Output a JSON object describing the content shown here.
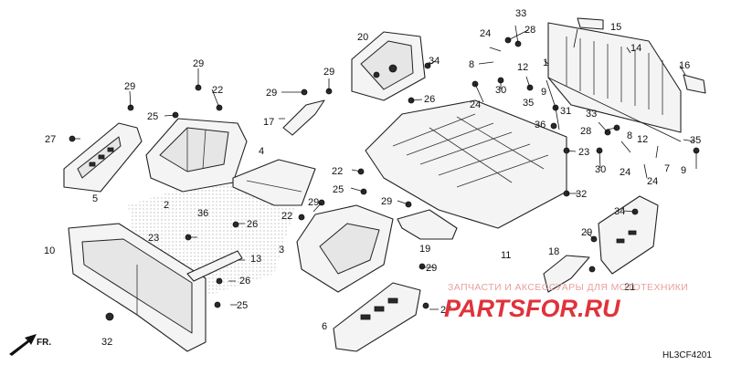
{
  "diagram_code": "HL3CF4201",
  "direction_label": "FR.",
  "watermark": {
    "subtitle": "ЗАПЧАСТИ И АКСЕССУАРЫ ДЛЯ МОТОТЕХНИКИ",
    "logo": "PARTSFOR.RU"
  },
  "callouts": [
    {
      "id": "c1",
      "label": "1"
    },
    {
      "id": "c2",
      "label": "2"
    },
    {
      "id": "c3",
      "label": "3"
    },
    {
      "id": "c4",
      "label": "4"
    },
    {
      "id": "c5",
      "label": "5"
    },
    {
      "id": "c6",
      "label": "6"
    },
    {
      "id": "c7",
      "label": "7"
    },
    {
      "id": "c8a",
      "label": "8"
    },
    {
      "id": "c8b",
      "label": "8"
    },
    {
      "id": "c9a",
      "label": "9"
    },
    {
      "id": "c9b",
      "label": "9"
    },
    {
      "id": "c10",
      "label": "10"
    },
    {
      "id": "c11",
      "label": "11"
    },
    {
      "id": "c12a",
      "label": "12"
    },
    {
      "id": "c12b",
      "label": "12"
    },
    {
      "id": "c13",
      "label": "13"
    },
    {
      "id": "c14",
      "label": "14"
    },
    {
      "id": "c15",
      "label": "15"
    },
    {
      "id": "c16",
      "label": "16"
    },
    {
      "id": "c17",
      "label": "17"
    },
    {
      "id": "c18",
      "label": "18"
    },
    {
      "id": "c19",
      "label": "19"
    },
    {
      "id": "c20",
      "label": "20"
    },
    {
      "id": "c21",
      "label": "21"
    },
    {
      "id": "c22a",
      "label": "22"
    },
    {
      "id": "c22b",
      "label": "22"
    },
    {
      "id": "c22c",
      "label": "22"
    },
    {
      "id": "c23a",
      "label": "23"
    },
    {
      "id": "c23b",
      "label": "23"
    },
    {
      "id": "c24a",
      "label": "24"
    },
    {
      "id": "c24b",
      "label": "24"
    },
    {
      "id": "c24c",
      "label": "24"
    },
    {
      "id": "c24d",
      "label": "24"
    },
    {
      "id": "c25a",
      "label": "25"
    },
    {
      "id": "c25b",
      "label": "25"
    },
    {
      "id": "c25c",
      "label": "25"
    },
    {
      "id": "c26a",
      "label": "26"
    },
    {
      "id": "c26b",
      "label": "26"
    },
    {
      "id": "c26c",
      "label": "26"
    },
    {
      "id": "c27a",
      "label": "27"
    },
    {
      "id": "c27b",
      "label": "27"
    },
    {
      "id": "c28a",
      "label": "28"
    },
    {
      "id": "c28b",
      "label": "28"
    },
    {
      "id": "c29a",
      "label": "29"
    },
    {
      "id": "c29b",
      "label": "29"
    },
    {
      "id": "c29c",
      "label": "29"
    },
    {
      "id": "c29d",
      "label": "29"
    },
    {
      "id": "c29e",
      "label": "29"
    },
    {
      "id": "c29f",
      "label": "29"
    },
    {
      "id": "c29g",
      "label": "29"
    },
    {
      "id": "c29h",
      "label": "29"
    },
    {
      "id": "c30a",
      "label": "30"
    },
    {
      "id": "c30b",
      "label": "30"
    },
    {
      "id": "c31",
      "label": "31"
    },
    {
      "id": "c32a",
      "label": "32"
    },
    {
      "id": "c32b",
      "label": "32"
    },
    {
      "id": "c33a",
      "label": "33"
    },
    {
      "id": "c33b",
      "label": "33"
    },
    {
      "id": "c34a",
      "label": "34"
    },
    {
      "id": "c34b",
      "label": "34"
    },
    {
      "id": "c35a",
      "label": "35"
    },
    {
      "id": "c35b",
      "label": "35"
    },
    {
      "id": "c36a",
      "label": "36"
    },
    {
      "id": "c36b",
      "label": "36"
    }
  ]
}
